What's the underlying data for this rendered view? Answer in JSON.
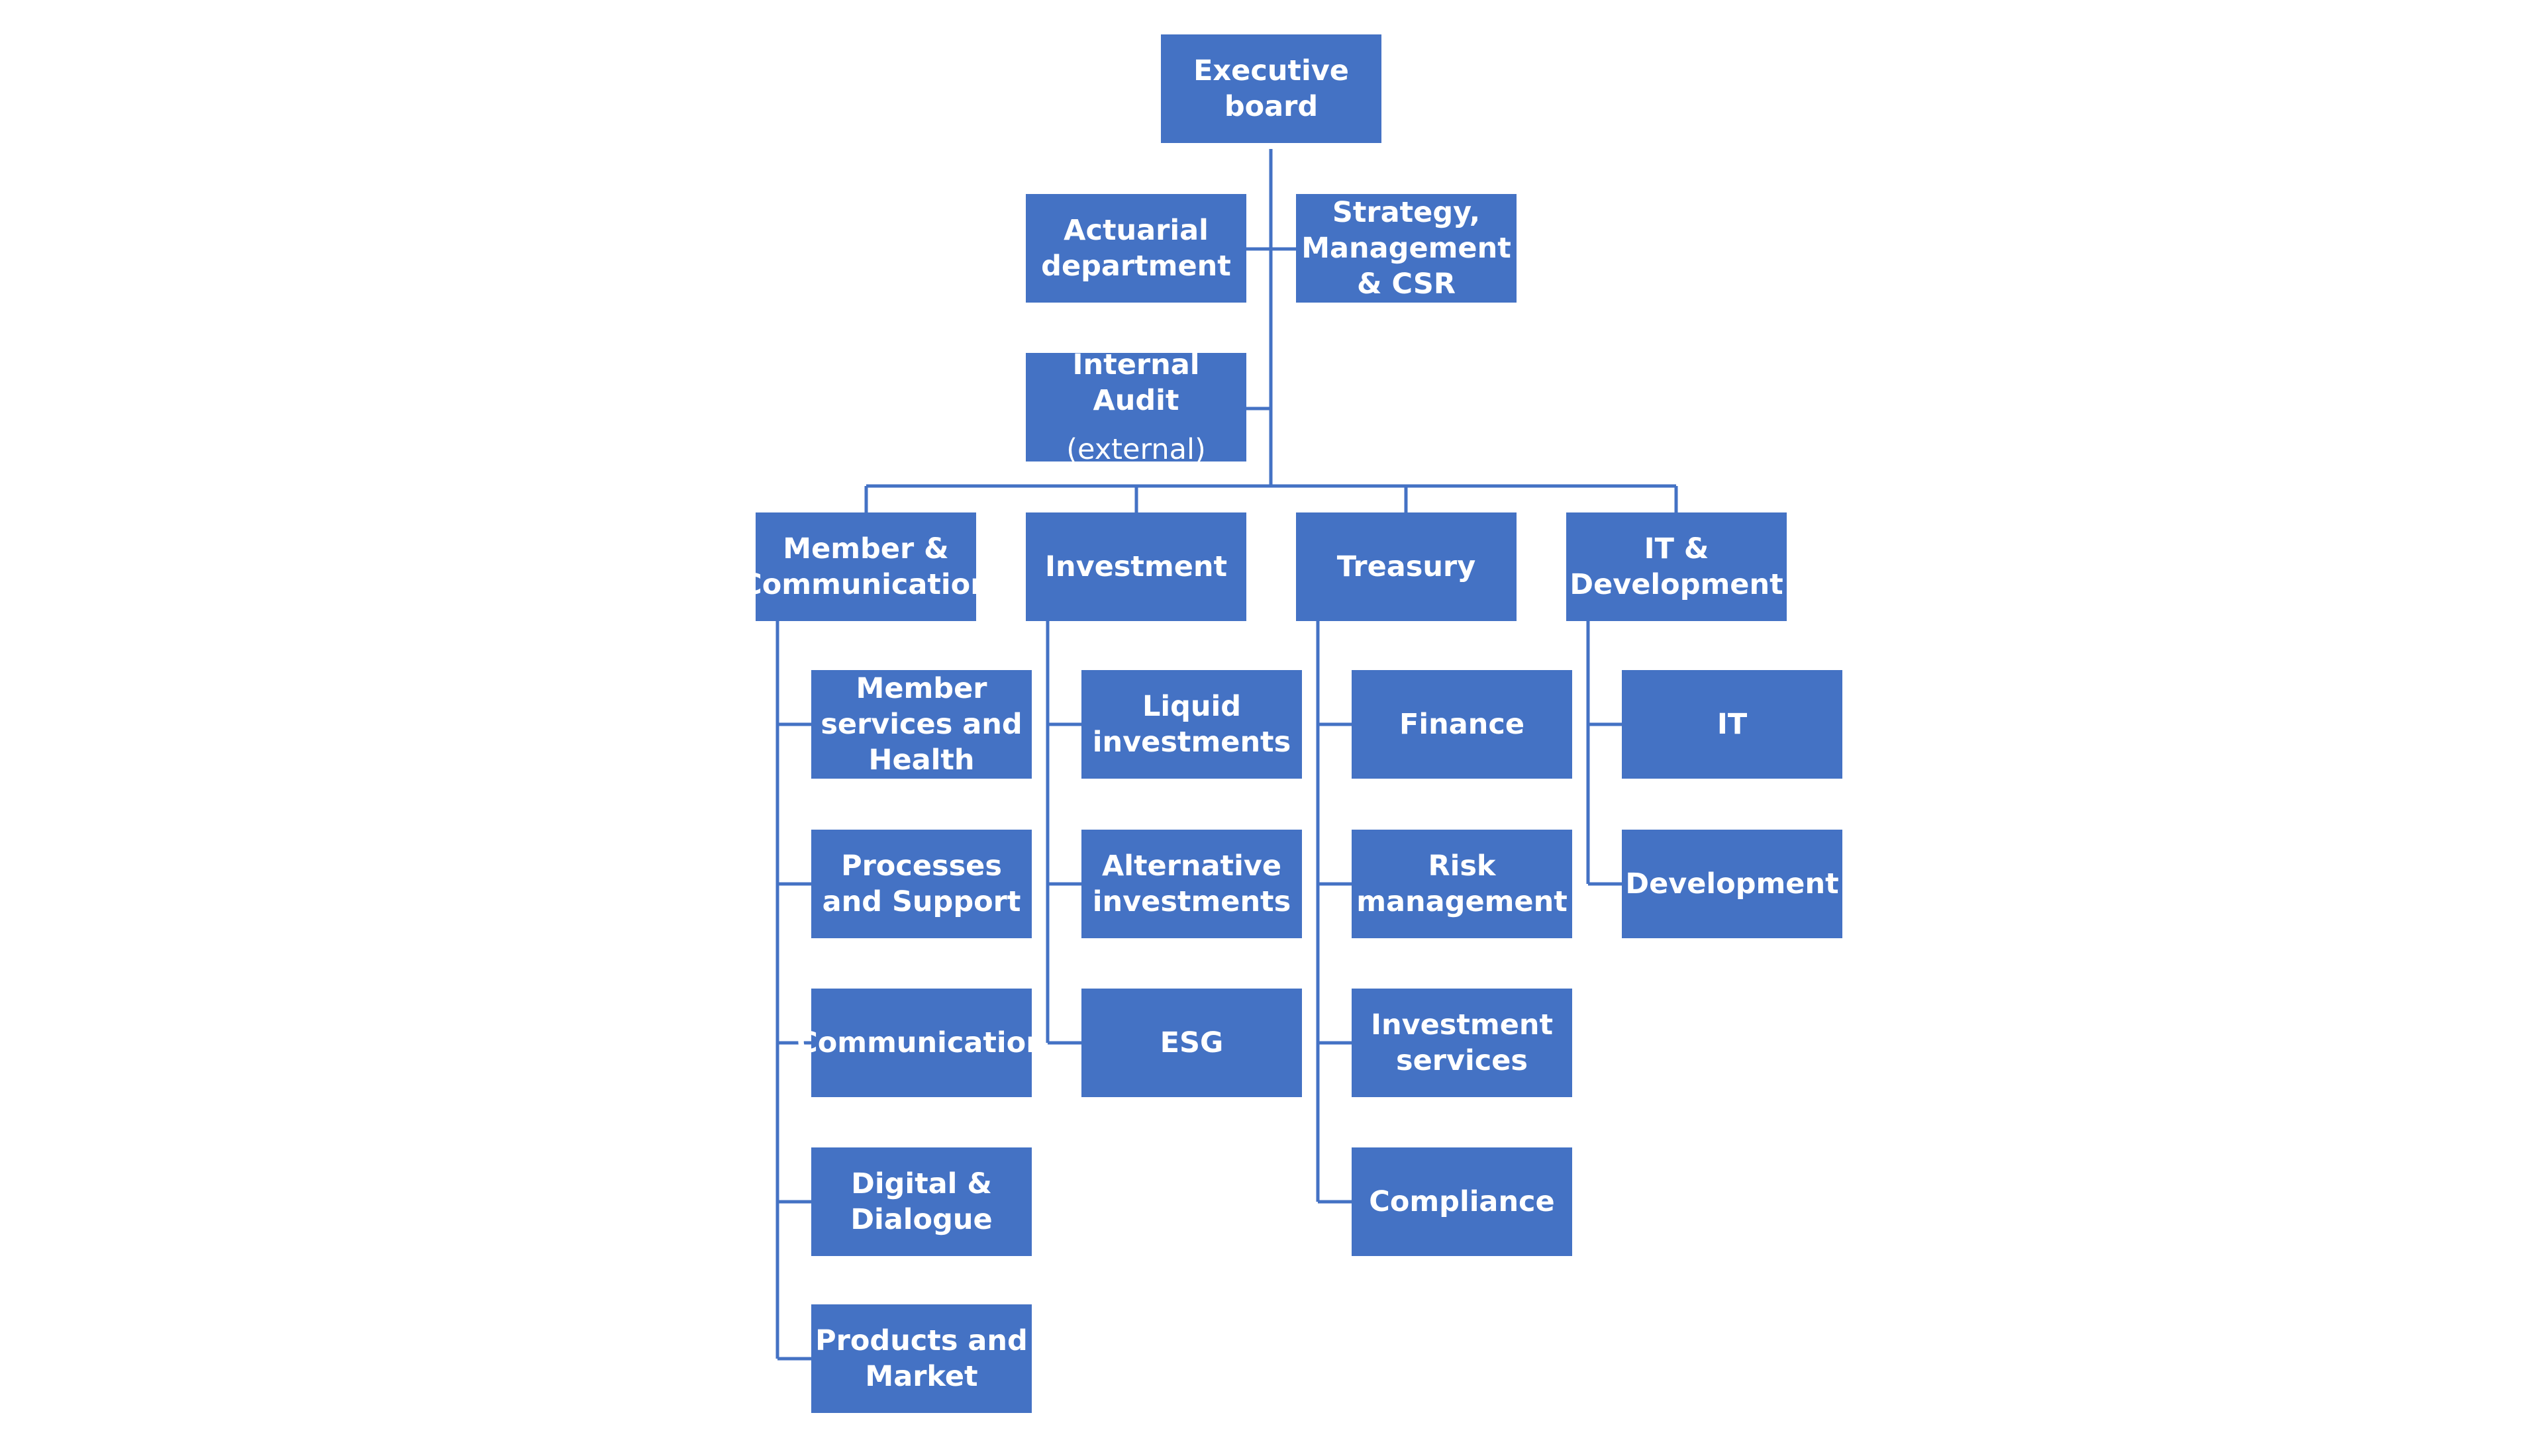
{
  "org_chart": {
    "executive_board": "Executive board",
    "staff_units": {
      "actuarial": "Actuarial department",
      "strategy": "Strategy, Management & CSR",
      "internal_audit": "Internal Audit",
      "internal_audit_note": "(external)"
    },
    "divisions": [
      {
        "name": "Member & Communication",
        "units": [
          "Member services and Health",
          "Processes and Support",
          "Communication",
          "Digital & Dialogue",
          "Products and Market"
        ]
      },
      {
        "name": "Investment",
        "units": [
          "Liquid investments",
          "Alternative investments",
          "ESG"
        ]
      },
      {
        "name": "Treasury",
        "units": [
          "Finance",
          "Risk management",
          "Investment services",
          "Compliance"
        ]
      },
      {
        "name": "IT & Development",
        "units": [
          "IT",
          "Development"
        ]
      }
    ],
    "box_color": "#4472C4",
    "line_color": "#4472C4"
  }
}
